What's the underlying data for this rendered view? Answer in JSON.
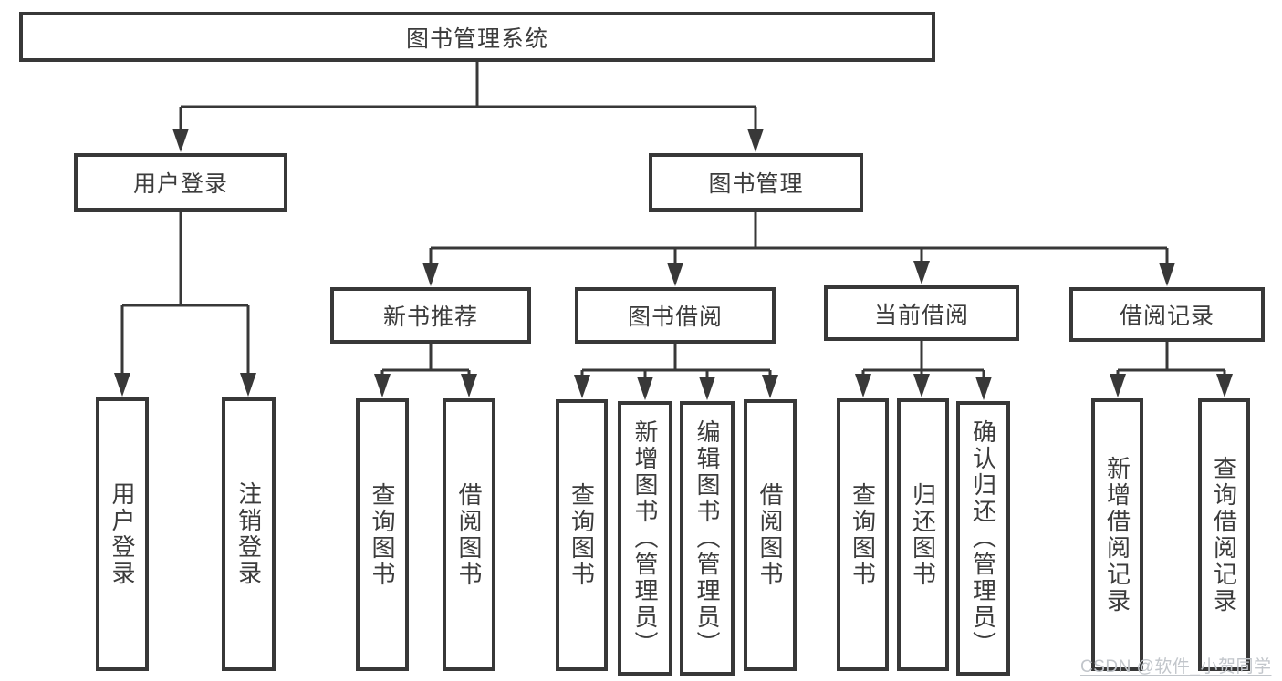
{
  "tree": {
    "root": "图书管理系统",
    "user_login": {
      "label": "用户登录",
      "children": [
        "用户登录",
        "注销登录"
      ]
    },
    "book_management": {
      "label": "图书管理",
      "sections": [
        {
          "label": "新书推荐",
          "children": [
            "查询图书",
            "借阅图书"
          ]
        },
        {
          "label": "图书借阅",
          "children": [
            "查询图书",
            "新增图书（管理员）",
            "编辑图书（管理员）",
            "借阅图书"
          ]
        },
        {
          "label": "当前借阅",
          "children": [
            "查询图书",
            "归还图书",
            "确认归还（管理员）"
          ]
        },
        {
          "label": "借阅记录",
          "children": [
            "新增借阅记录",
            "查询借阅记录"
          ]
        }
      ]
    }
  },
  "watermark": "CSDN @软件_小贺同学",
  "colors": {
    "line": "#383838",
    "text": "#3c3c3c",
    "watermark": "#c2c6cb",
    "background": "#ffffff"
  }
}
